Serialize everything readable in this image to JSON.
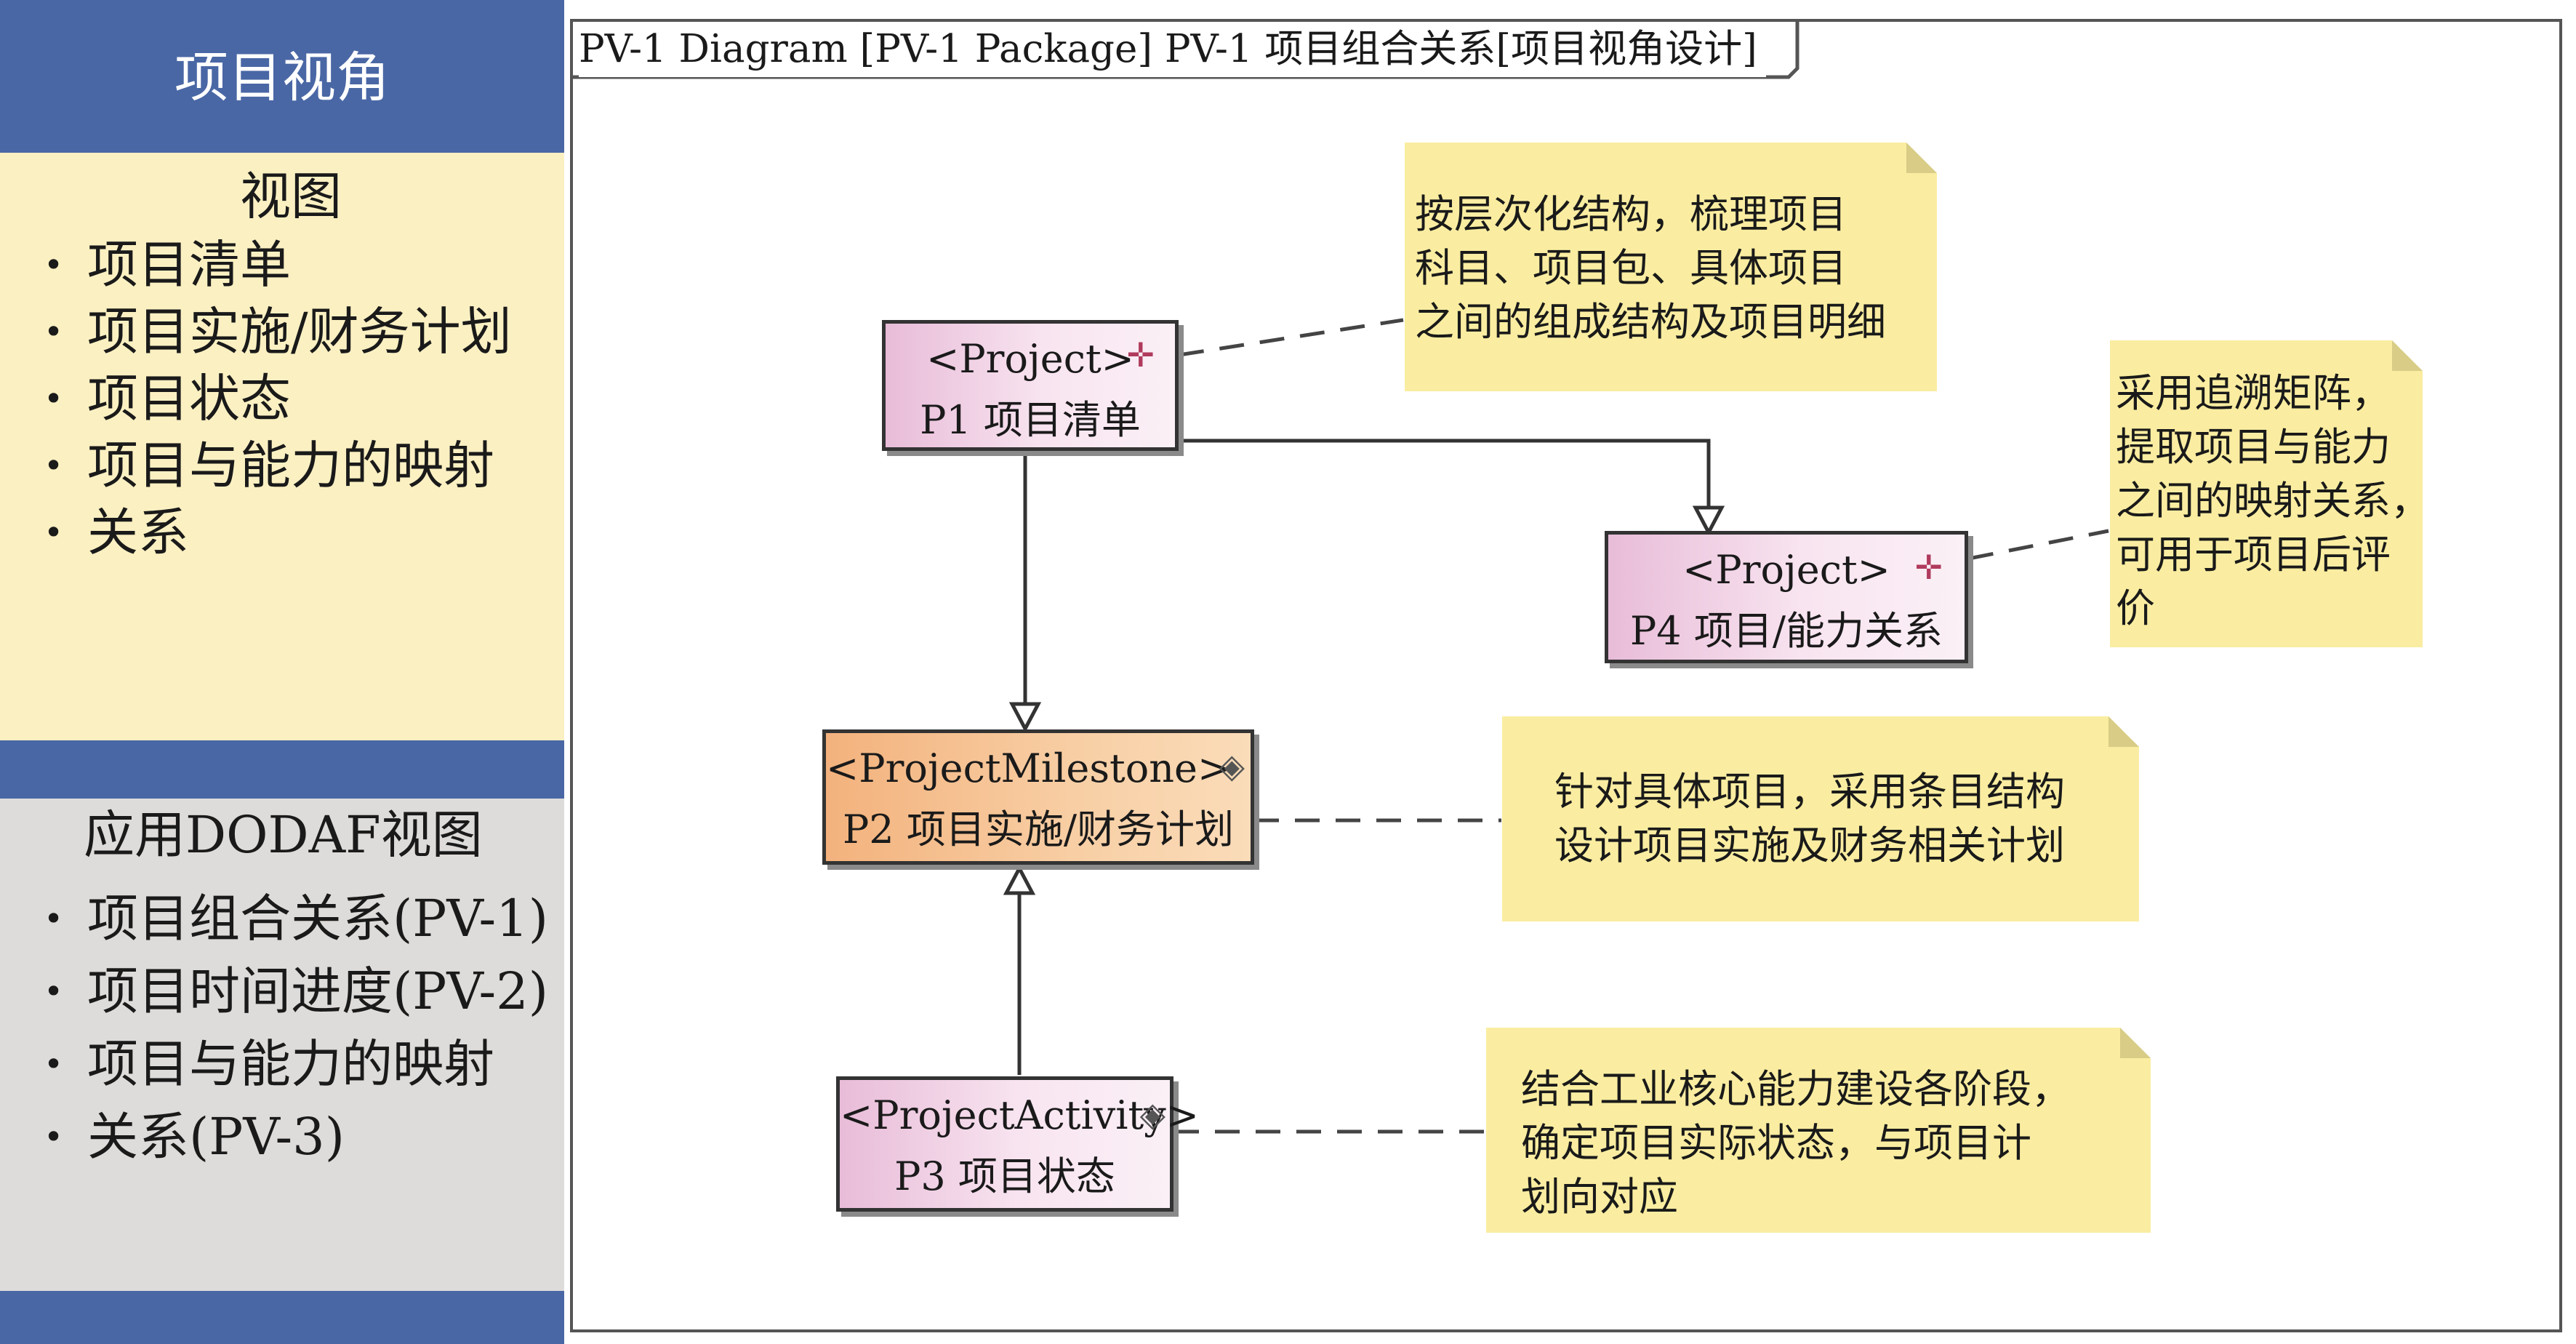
{
  "left_panel": {
    "title": "项目视角",
    "views_heading": "视图",
    "views": [
      "项目清单",
      "项目实施/财务计划",
      "项目状态",
      "项目与能力的映射",
      "关系"
    ],
    "dodaf_heading": "应用DODAF视图",
    "dodaf_views": [
      "项目组合关系(PV-1)",
      "项目时间进度(PV-2)",
      "项目与能力的映射",
      "关系(PV-3)"
    ]
  },
  "diagram": {
    "title": "PV-1 Diagram [PV-1 Package] PV-1 项目组合关系[项目视角设计]",
    "nodes": {
      "p1": {
        "stereotype": "<Project>",
        "name": "P1 项目清单"
      },
      "p4": {
        "stereotype": "<Project>",
        "name": "P4 项目/能力关系"
      },
      "p2": {
        "stereotype": "<ProjectMilestone>",
        "name": "P2 项目实施/财务计划"
      },
      "p3": {
        "stereotype": "<ProjectActivity>",
        "name": "P3 项目状态"
      }
    },
    "notes": {
      "p1": "按层次化结构，梳理项目\n科目、项目包、具体项目\n之间的组成结构及项目明细",
      "p4": "采用追溯矩阵，\n提取项目与能力\n之间的映射关系，\n可用于项目后评\n价",
      "p2": "针对具体项目，采用条目结构\n设计项目实施及财务相关计划",
      "p3": "结合工业核心能力建设各阶段，\n确定项目实际状态，与项目计\n划向对应"
    }
  },
  "colors": {
    "band": "#4a67a5",
    "yellow_panel": "#fbf0c2",
    "grey_panel": "#dedcda",
    "note": "#faeda1",
    "node_pink": "#f3d3e7",
    "node_orange": "#f6bf8c"
  },
  "icons": {
    "project": "project-icon",
    "milestone": "diamond-icon",
    "activity": "activity-icon"
  }
}
